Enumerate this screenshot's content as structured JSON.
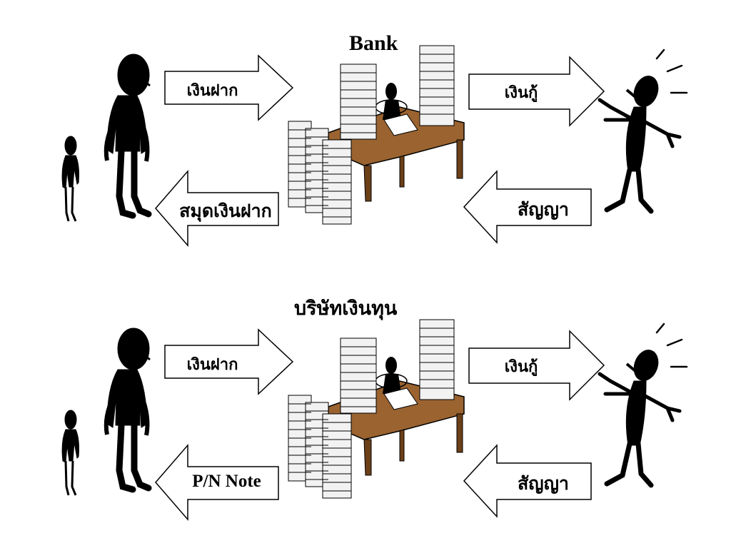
{
  "diagrams": [
    {
      "title": "Bank",
      "arrows": {
        "deposit_in": "เงินฝาก",
        "depositor_receipt": "สมุดเงินฝาก",
        "loan_out": "เงินกู้",
        "contract_in": "สัญญา"
      }
    },
    {
      "title": "บริษัทเงินทุน",
      "arrows": {
        "deposit_in": "เงินฝาก",
        "depositor_receipt": "P/N Note",
        "loan_out": "เงินกู้",
        "contract_in": "สัญญา"
      }
    }
  ],
  "colors": {
    "desk": "#9a6330",
    "desk_shadow": "#6b3f18",
    "paper": "#f2f2f2",
    "figure": "#000000",
    "arrow_stroke": "#000000",
    "arrow_fill": "#ffffff"
  }
}
